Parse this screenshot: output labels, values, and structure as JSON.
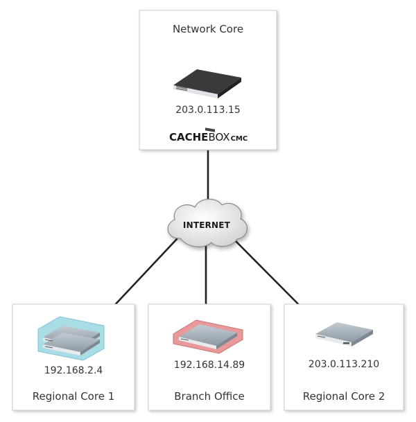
{
  "internet": {
    "label": "INTERNET"
  },
  "core": {
    "title": "Network Core",
    "ip": "203.0.113.15",
    "brand": {
      "bold": "CACHE",
      "regular": "BOX",
      "suffix": "CMC"
    }
  },
  "sites": [
    {
      "title": "Regional Core 1",
      "ip": "192.168.2.4",
      "highlight": "#a8dde6"
    },
    {
      "title": "Branch Office",
      "ip": "192.168.14.89",
      "highlight": "#e89a9a"
    },
    {
      "title": "Regional Core 2",
      "ip": "203.0.113.210"
    }
  ],
  "colors": {
    "link": "#222222",
    "box_border": "#cccccc",
    "cloud_fill": "#eeeeee"
  }
}
